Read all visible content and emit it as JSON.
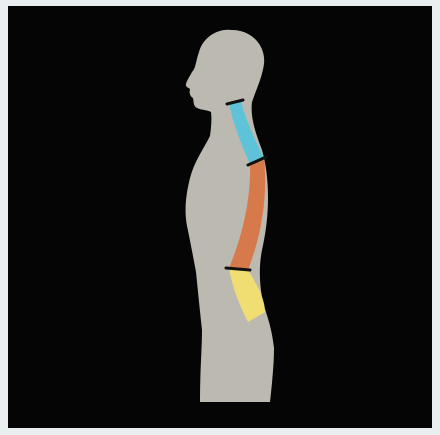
{
  "figure": {
    "background_color": "#050505",
    "frame_color": "#e9eef0",
    "body_color": "#bcbab0",
    "spine_regions": [
      {
        "id": "cervical",
        "color": "#5ec3d9"
      },
      {
        "id": "thoracic",
        "color": "#d77a4b"
      },
      {
        "id": "lumbar",
        "color": "#f1de73"
      }
    ],
    "boundary_color": "#111111"
  }
}
